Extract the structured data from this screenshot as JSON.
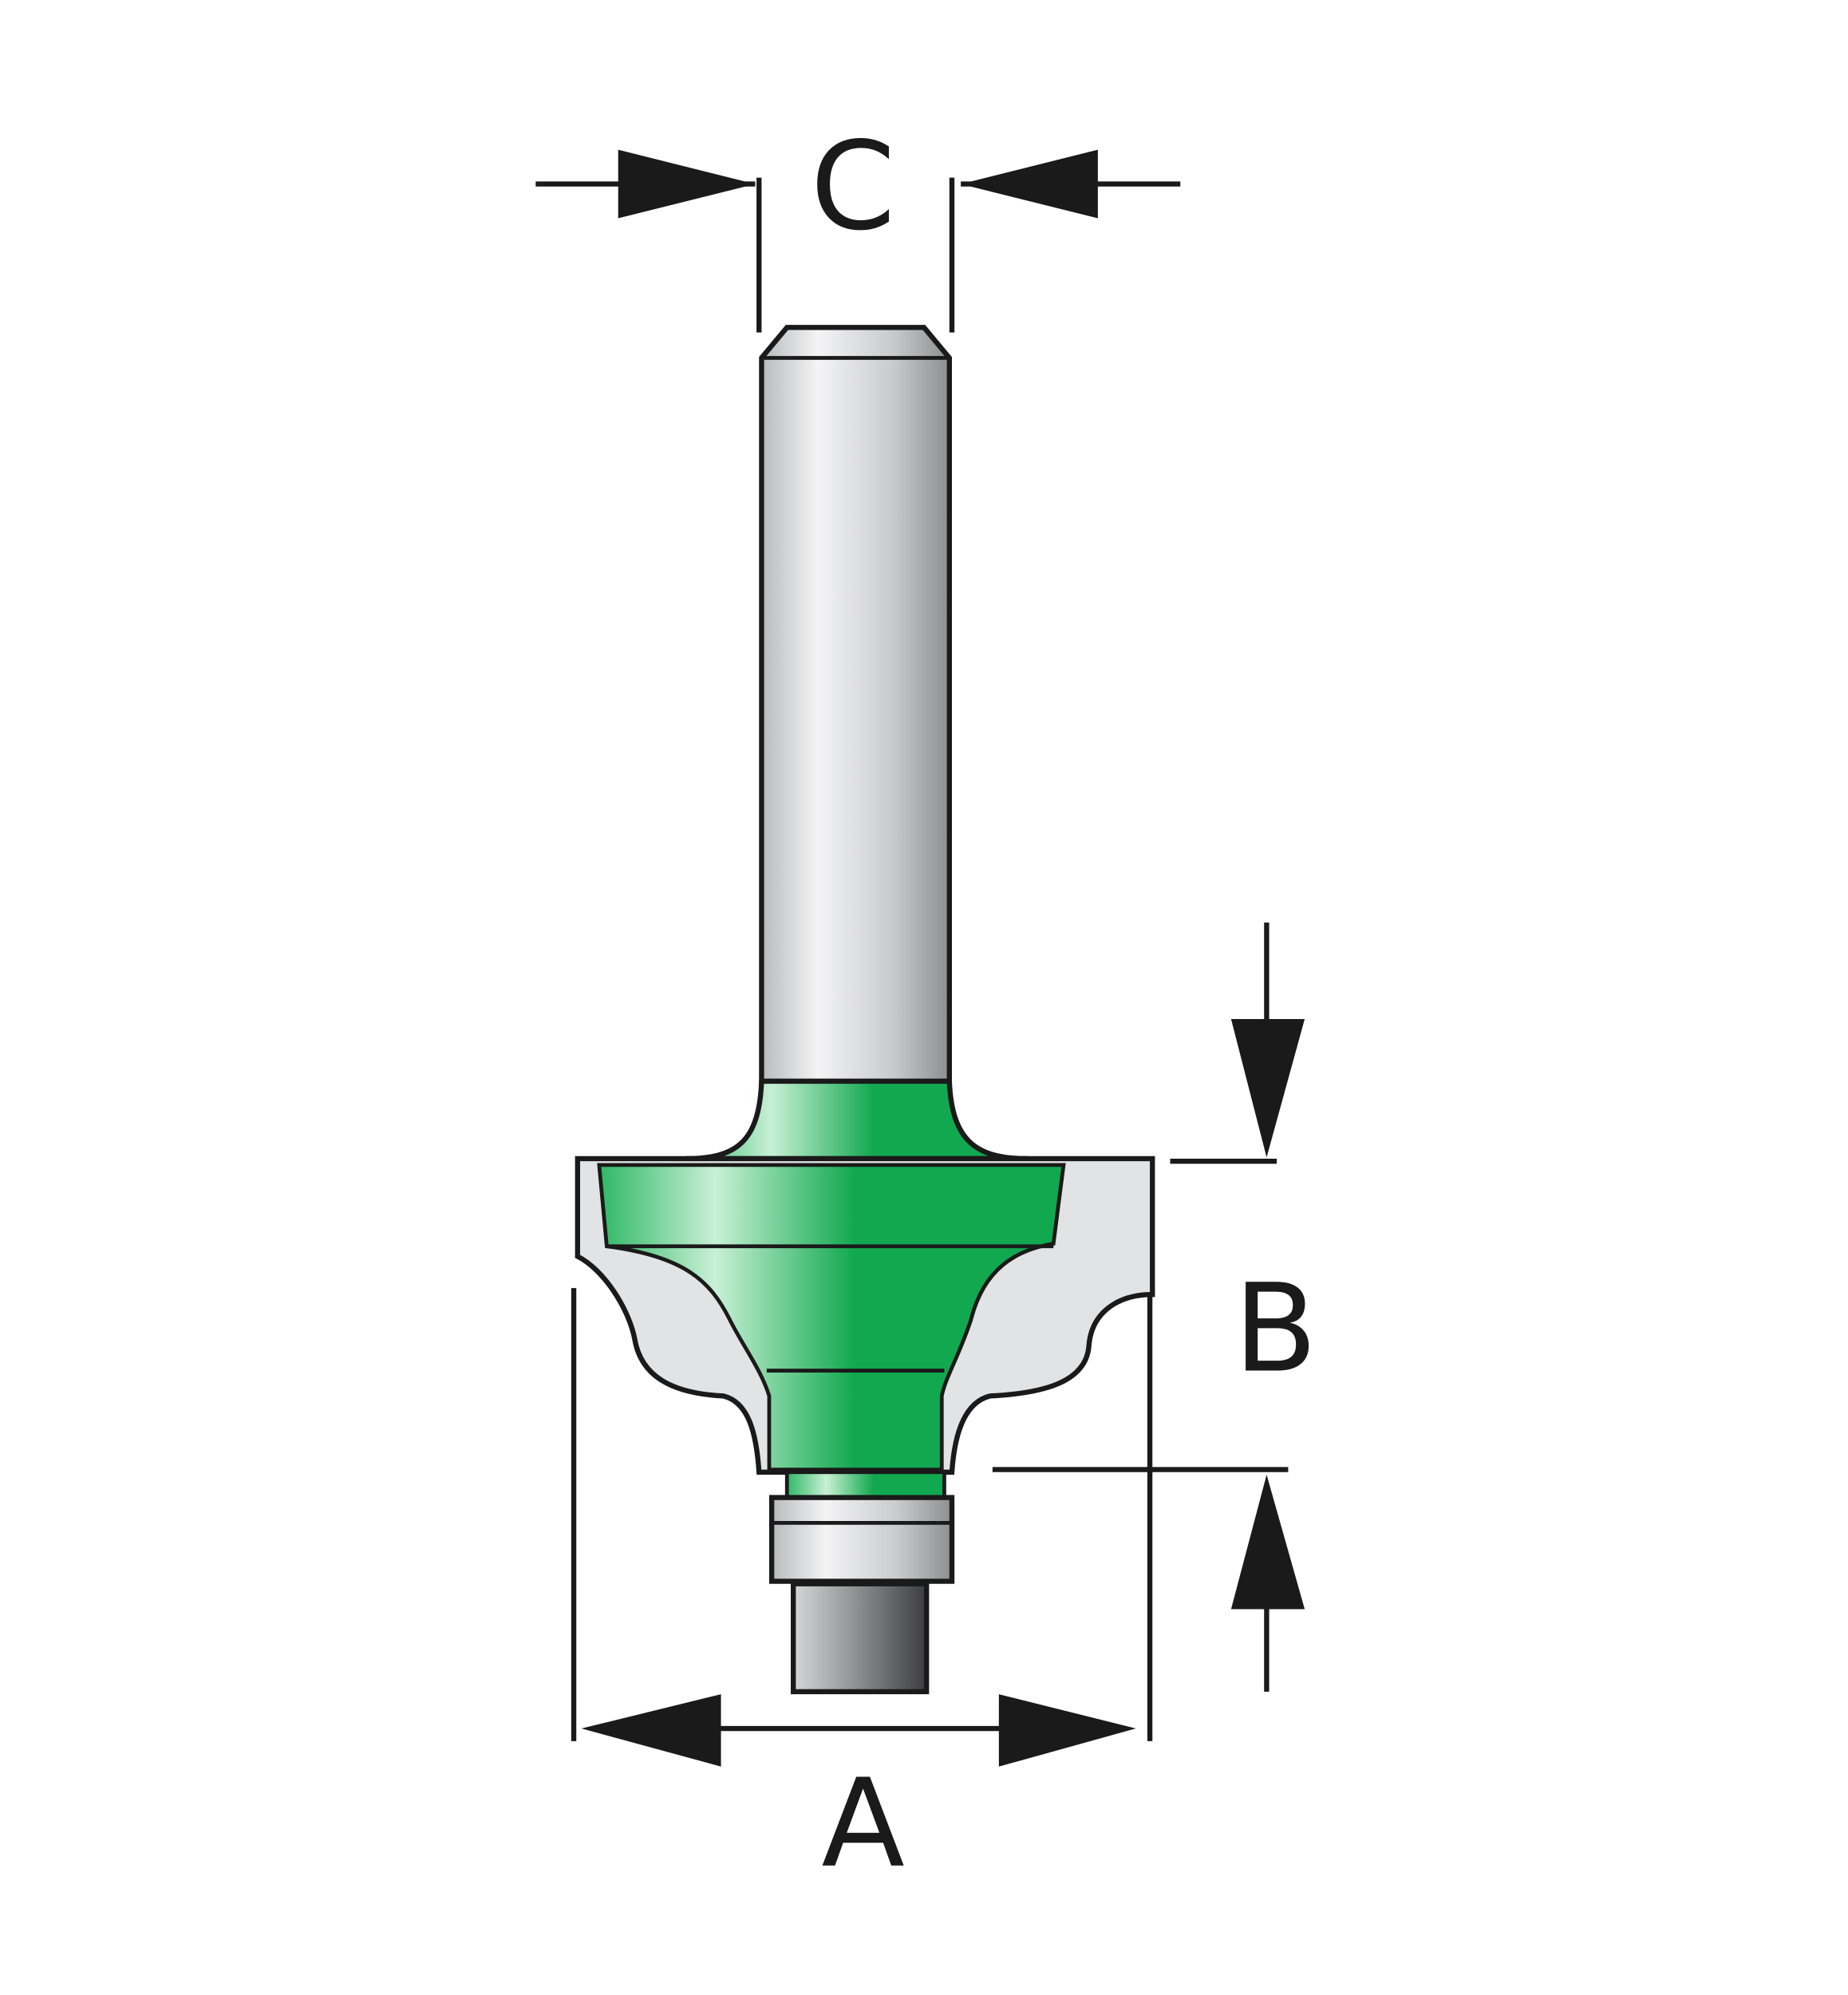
{
  "diagram": {
    "labels": {
      "diameter": "A",
      "cutting_height": "B",
      "shank_diameter": "C"
    },
    "colors": {
      "cutter_green": "#12a84f",
      "cutter_highlight": "#bfeccd",
      "shank_gray": "#c8c9cb",
      "carbide_gray": "#d9dadb",
      "outline": "#1a1a1a"
    }
  }
}
